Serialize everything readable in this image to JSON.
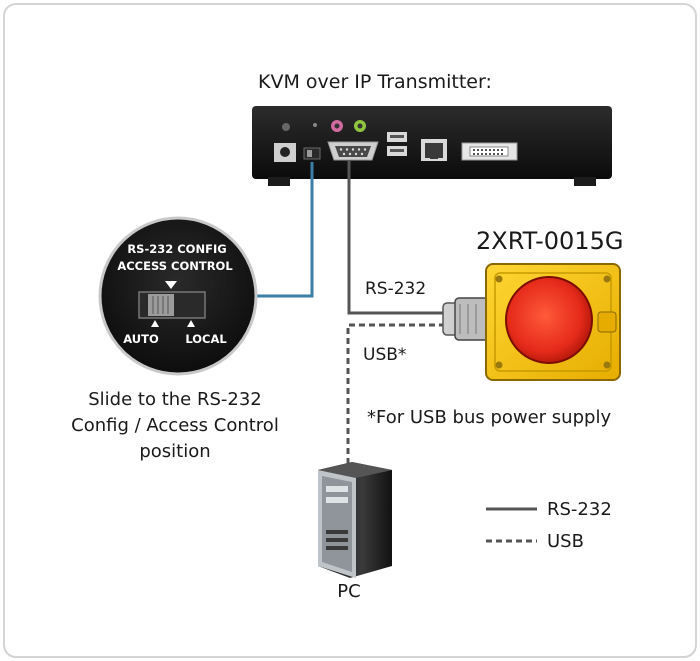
{
  "diagram": {
    "transmitter_title": "KVM over IP Transmitter:",
    "device_title": "2XRT-0015G",
    "rs232_label": "RS-232",
    "usb_label": "USB*",
    "usb_note": "*For USB bus power supply",
    "pc_label": "PC",
    "callout": {
      "title_line1": "RS-232 CONFIG",
      "title_line2": "ACCESS CONTROL",
      "left_label": "AUTO",
      "right_label": "LOCAL"
    },
    "caption": {
      "line1": "Slide to the RS-232",
      "line2": "Config / Access Control",
      "line3": "position"
    },
    "legend": {
      "rs232": "RS-232",
      "usb": "USB"
    }
  },
  "colors": {
    "background": "#ffffff",
    "frame": "#d4d4d4",
    "device_body": "#111111",
    "cable": "#555555",
    "switch_link": "#3a7fa8",
    "enclosure": "#f3c20e",
    "button": "#e52a1a"
  }
}
